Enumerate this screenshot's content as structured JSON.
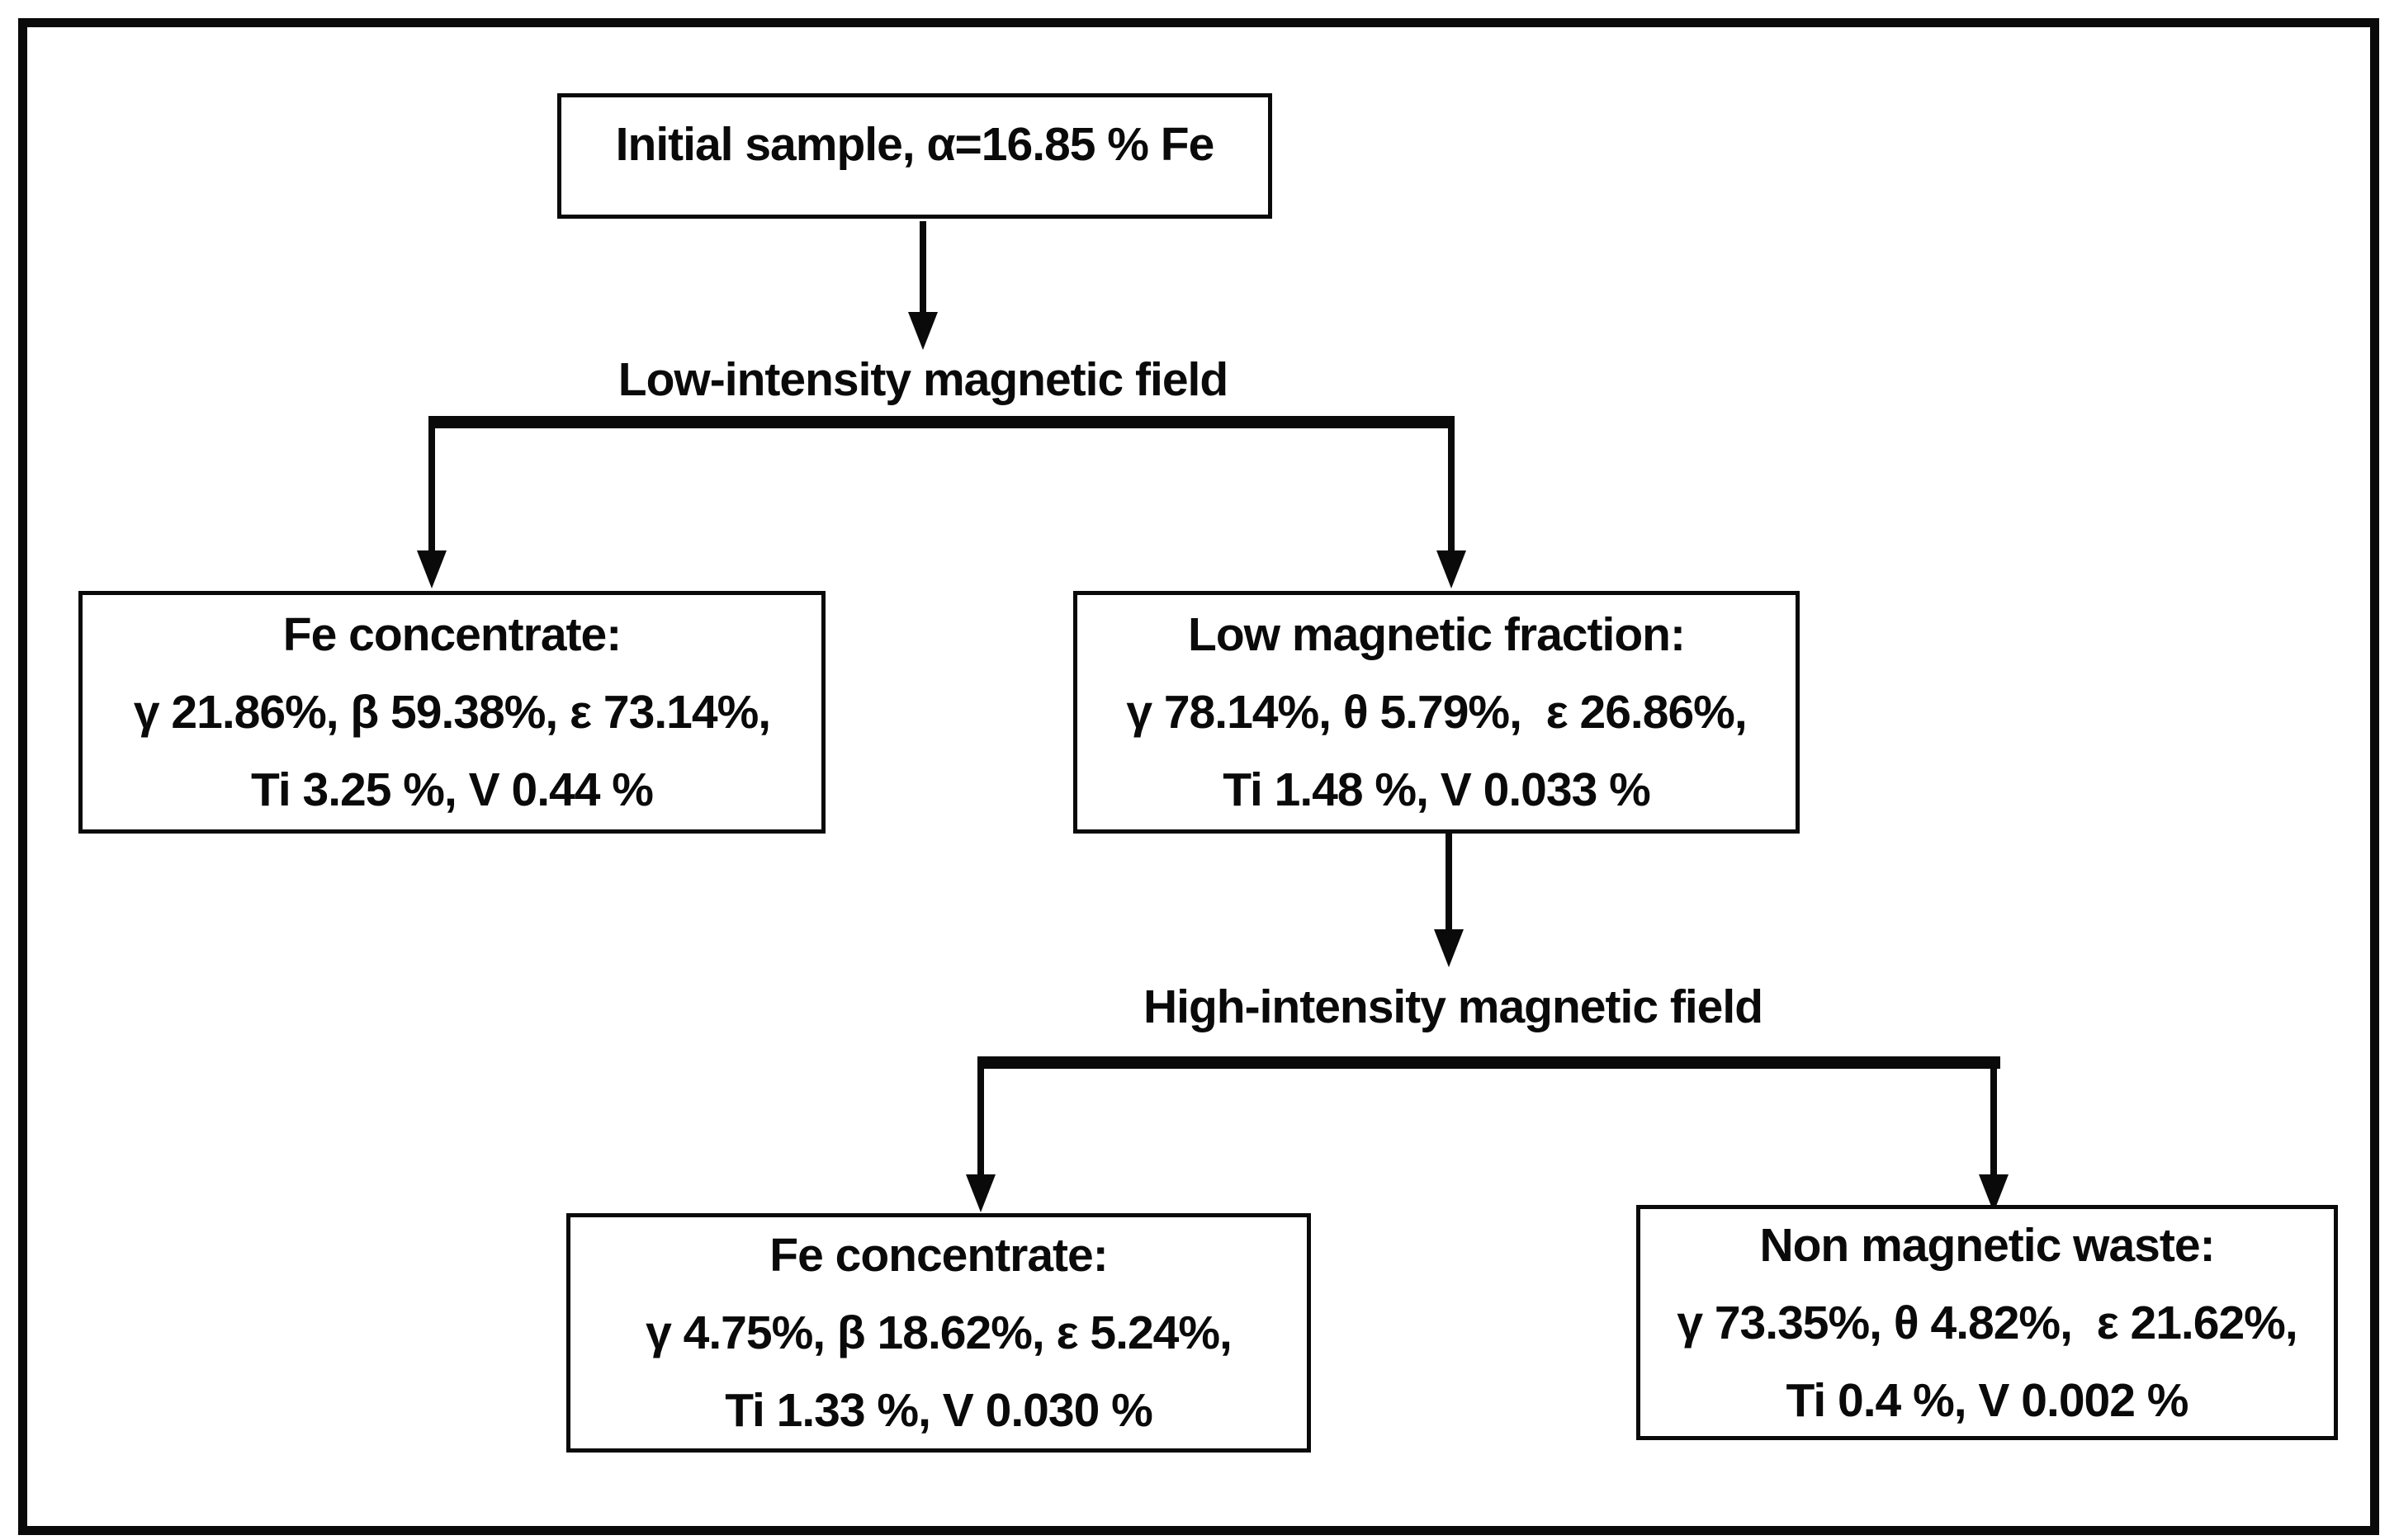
{
  "figure": {
    "colors": {
      "line": "#0a0a0a",
      "background": "#ffffff"
    },
    "initial_sample": {
      "text": "Initial sample, α=16.85 % Fe"
    },
    "stage1": {
      "label": "Low-intensity magnetic field"
    },
    "stage2": {
      "label": "High-intensity magnetic field"
    },
    "fe_concentrate_1": {
      "title": "Fe concentrate:",
      "composition": "γ 21.86%, β 59.38%, ε 73.14%,",
      "elements": "Ti 3.25 %, V 0.44 %"
    },
    "low_magnetic_fraction": {
      "title": "Low magnetic fraction:",
      "composition": "γ 78.14%, θ 5.79%,  ε 26.86%,",
      "elements": "Ti 1.48 %, V 0.033 %"
    },
    "fe_concentrate_2": {
      "title": "Fe concentrate:",
      "composition": "γ 4.75%, β 18.62%, ε 5.24%,",
      "elements": "Ti 1.33 %, V 0.030 %"
    },
    "non_magnetic_waste": {
      "title": "Non magnetic waste:",
      "composition": "γ 73.35%, θ 4.82%,  ε 21.62%,",
      "elements": "Ti 0.4 %, V 0.002 %"
    }
  }
}
